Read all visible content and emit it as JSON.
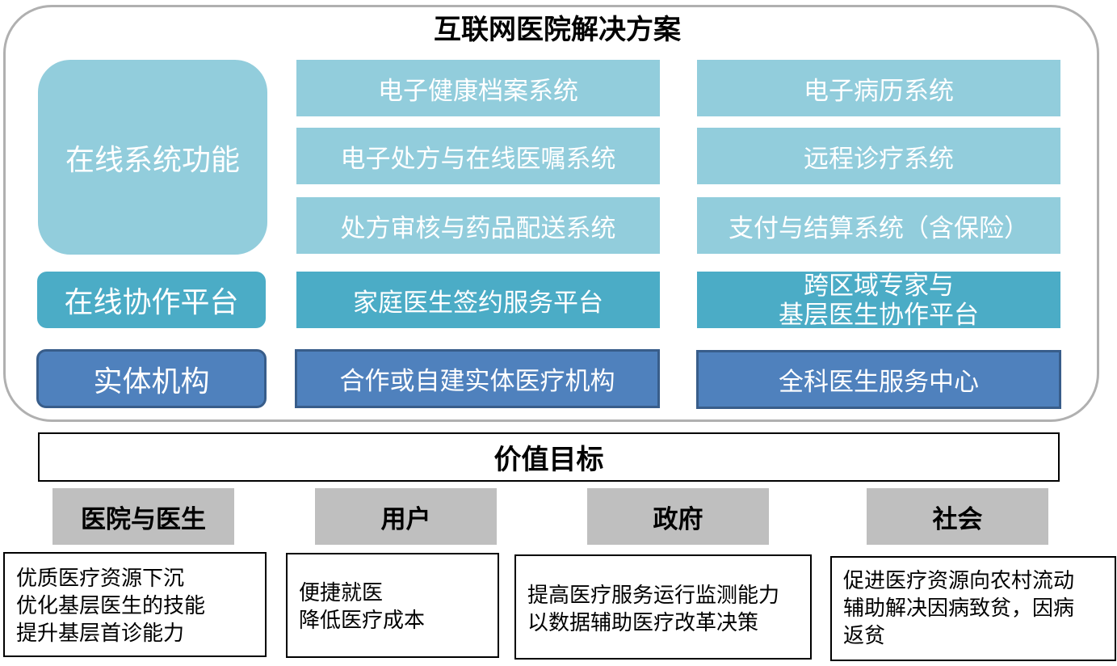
{
  "title": "互联网医院解决方案",
  "online_system": {
    "label": "在线系统功能",
    "items": [
      "电子健康档案系统",
      "电子病历系统",
      "电子处方与在线医嘱系统",
      "远程诊疗系统",
      "处方审核与药品配送系统",
      "支付与结算系统（含保险）"
    ]
  },
  "collab_platform": {
    "label": "在线协作平台",
    "items": [
      "家庭医生签约服务平台",
      [
        "跨区域专家与",
        "基层医生协作平台"
      ]
    ]
  },
  "entity": {
    "label": "实体机构",
    "items": [
      "合作或自建实体医疗机构",
      "全科医生服务中心"
    ]
  },
  "value_target": "价值目标",
  "stakeholders": [
    {
      "label": "医院与医生",
      "lines": [
        "优质医疗资源下沉",
        "优化基层医生的技能",
        "提升基层首诊能力"
      ]
    },
    {
      "label": "用户",
      "lines": [
        "便捷就医",
        "降低医疗成本"
      ]
    },
    {
      "label": "政府",
      "lines": [
        "提高医疗服务运行监测能力",
        "以数据辅助医疗改革决策"
      ]
    },
    {
      "label": "社会",
      "lines": [
        "促进医疗资源向农村流动",
        "辅助解决因病致贫，因病",
        "返贫"
      ]
    }
  ],
  "colors": {
    "light_blue": "#92cddc",
    "teal": "#4bacc6",
    "blue": "#4f81bd",
    "gray": "#bfbfbf",
    "frame": "#b0b0b0"
  }
}
